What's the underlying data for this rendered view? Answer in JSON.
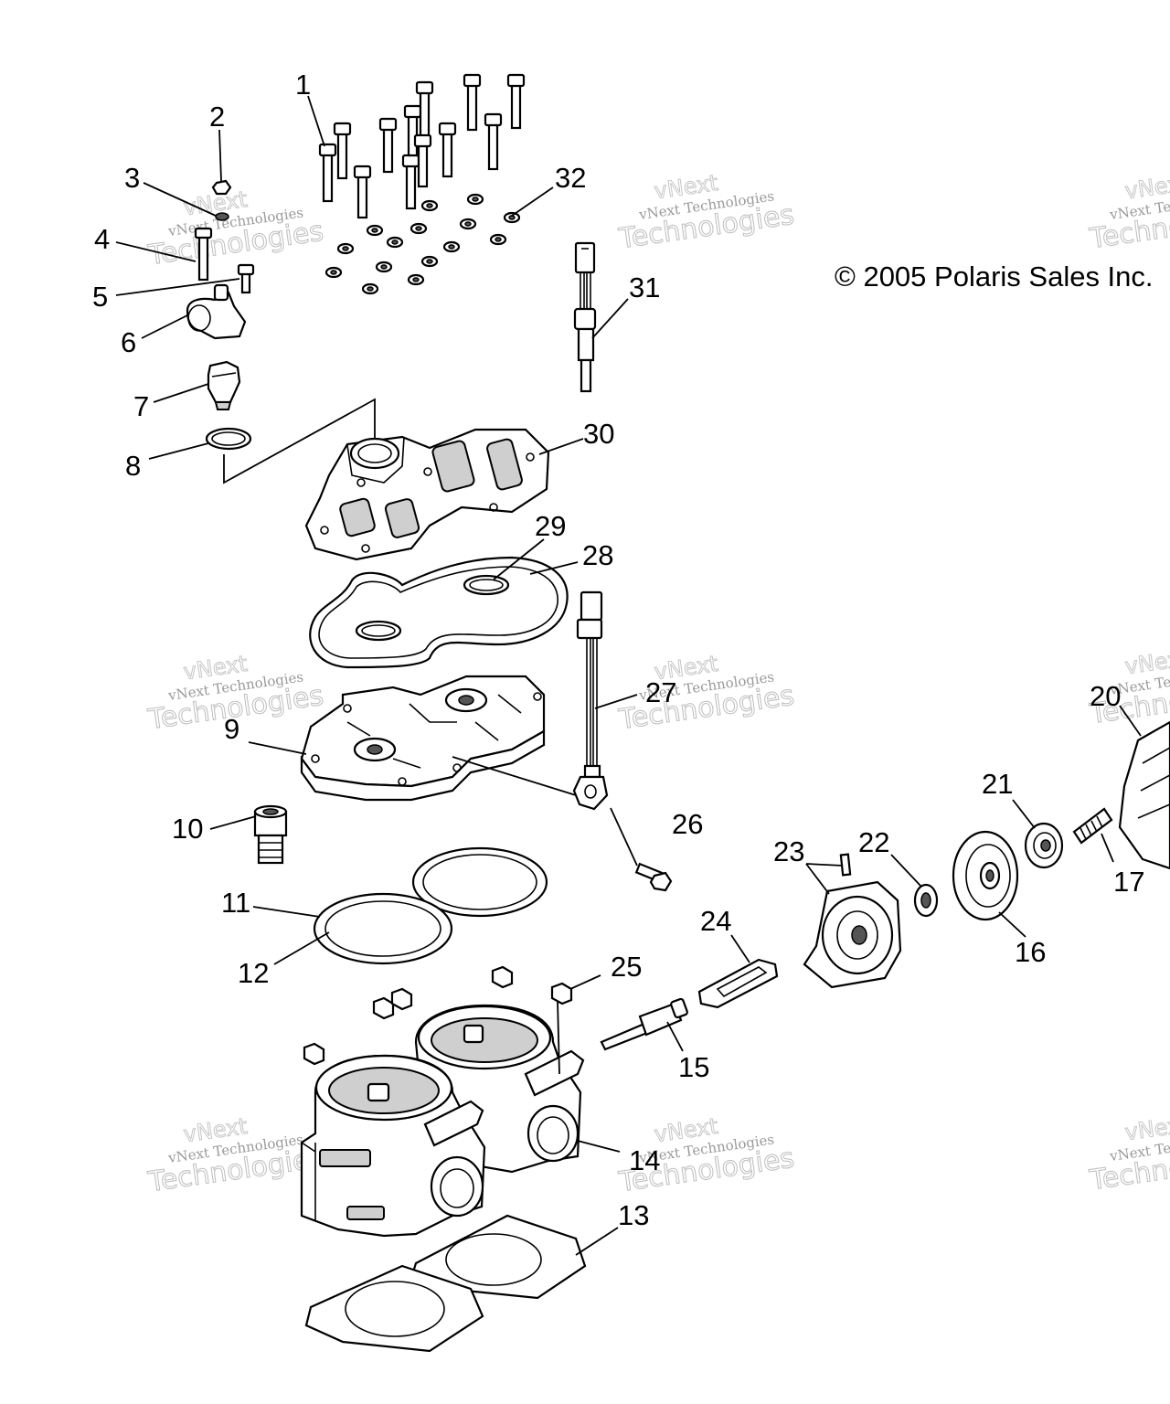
{
  "copyright": "© 2005 Polaris Sales Inc.",
  "watermark": {
    "line1": "vNext Technologies",
    "line2": "Technologies",
    "line3": "vNext"
  },
  "callouts": [
    "1",
    "2",
    "3",
    "4",
    "5",
    "6",
    "7",
    "8",
    "9",
    "10",
    "11",
    "12",
    "13",
    "14",
    "15",
    "16",
    "17",
    "20",
    "21",
    "22",
    "23",
    "24",
    "25",
    "26",
    "27",
    "28",
    "29",
    "30",
    "31",
    "32"
  ]
}
